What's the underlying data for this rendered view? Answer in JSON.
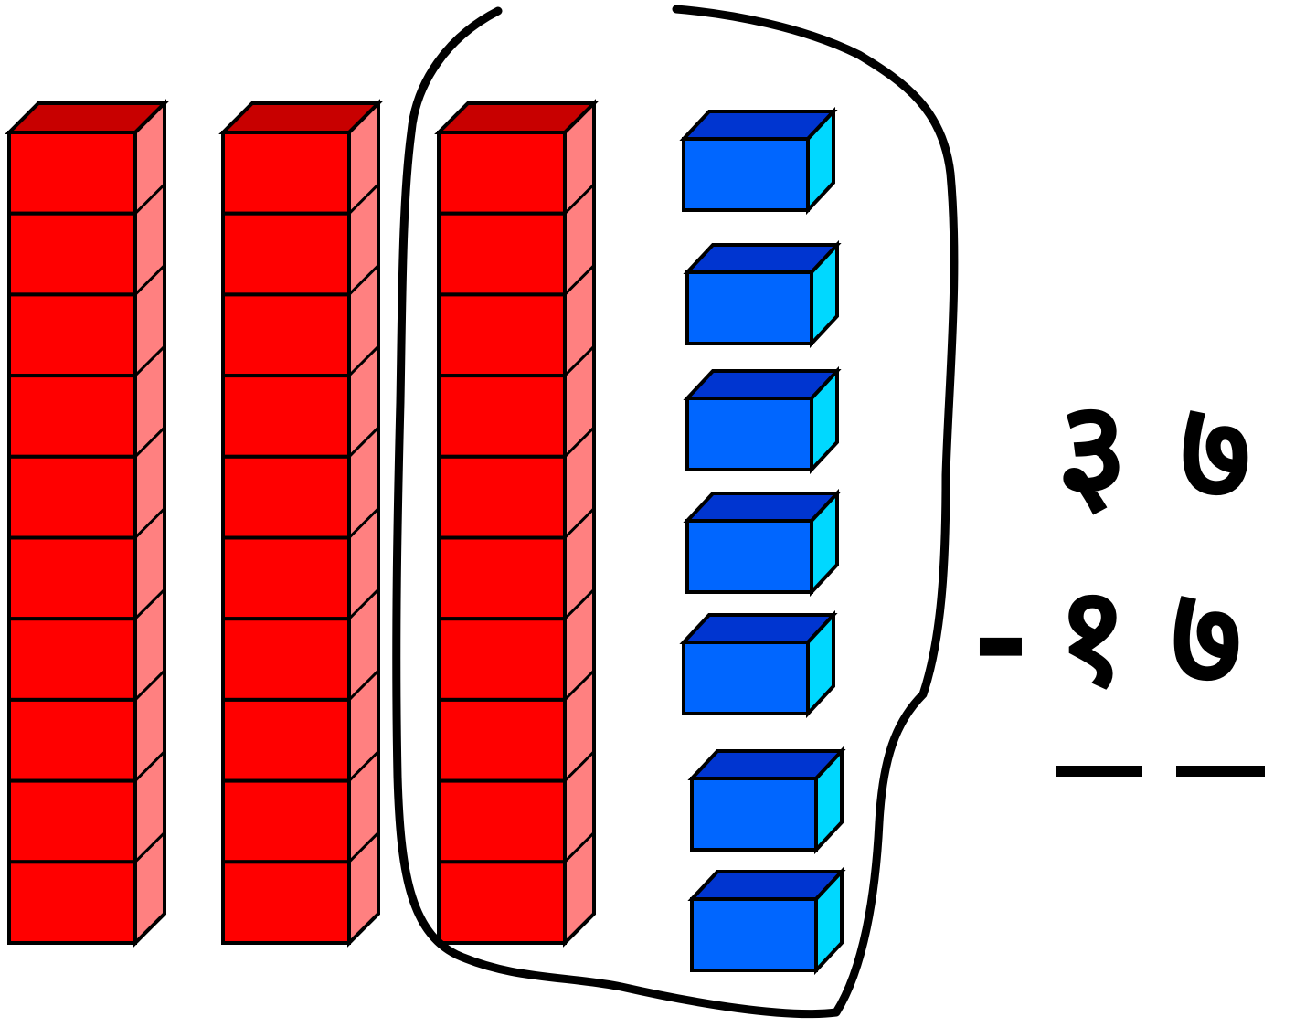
{
  "colors": {
    "ten_front": "#ff0000",
    "ten_top": "#c80000",
    "ten_side": "#ff8080",
    "unit_front": "#0066ff",
    "unit_top": "#0035d0",
    "unit_side": "#00d8ff",
    "outline": "#000000"
  },
  "manipulatives": {
    "ten_rods": {
      "count": 3,
      "cubes_per_rod": 10,
      "circled": 1
    },
    "unit_cubes": {
      "count": 7,
      "circled": 7
    }
  },
  "problem": {
    "minuend_digits": [
      "३",
      "७"
    ],
    "operator": "-",
    "subtrahend_digits": [
      "१",
      "७"
    ],
    "answer_blanks": 2
  }
}
